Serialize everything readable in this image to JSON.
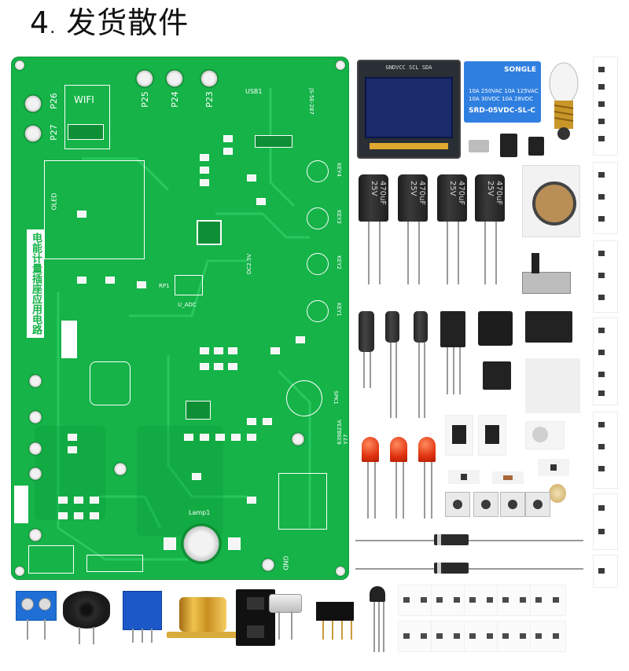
{
  "title": {
    "number": "4",
    "dot": ".",
    "text": "发货散件"
  },
  "pcb": {
    "board_title": "电能计量插座应用电路",
    "labels": {
      "wifi": "WIFI",
      "p26": "P26",
      "p27": "P27",
      "p25": "P25",
      "p24": "P24",
      "p23": "P23",
      "usb1": "USB1",
      "js": "JS-5E-287",
      "key1": "KEY1",
      "key2": "KEY2",
      "key3": "KEY3",
      "key4": "KEY4",
      "lamp": "Lamp1",
      "gnd": "GND",
      "spk": "SPK1",
      "oled": "OLED",
      "code": "639823A Y77",
      "rp1": "RP1",
      "u_adc": "U_ADC",
      "dc": "DC2.5V"
    }
  },
  "parts": {
    "oled_pins": "GNDVCC SCL SDA",
    "relay": {
      "brand": "SONGLE",
      "line1": "10A 250VAC  10A 125VAC",
      "line1b": "10A 30VDC  10A 28VDC",
      "model": "SRD-05VDC-SL-C"
    },
    "cap_label": "470uF 25V"
  },
  "colors": {
    "pcb_green": "#15b348",
    "silk": "#ffffff",
    "relay_blue": "#2f7fe0"
  }
}
